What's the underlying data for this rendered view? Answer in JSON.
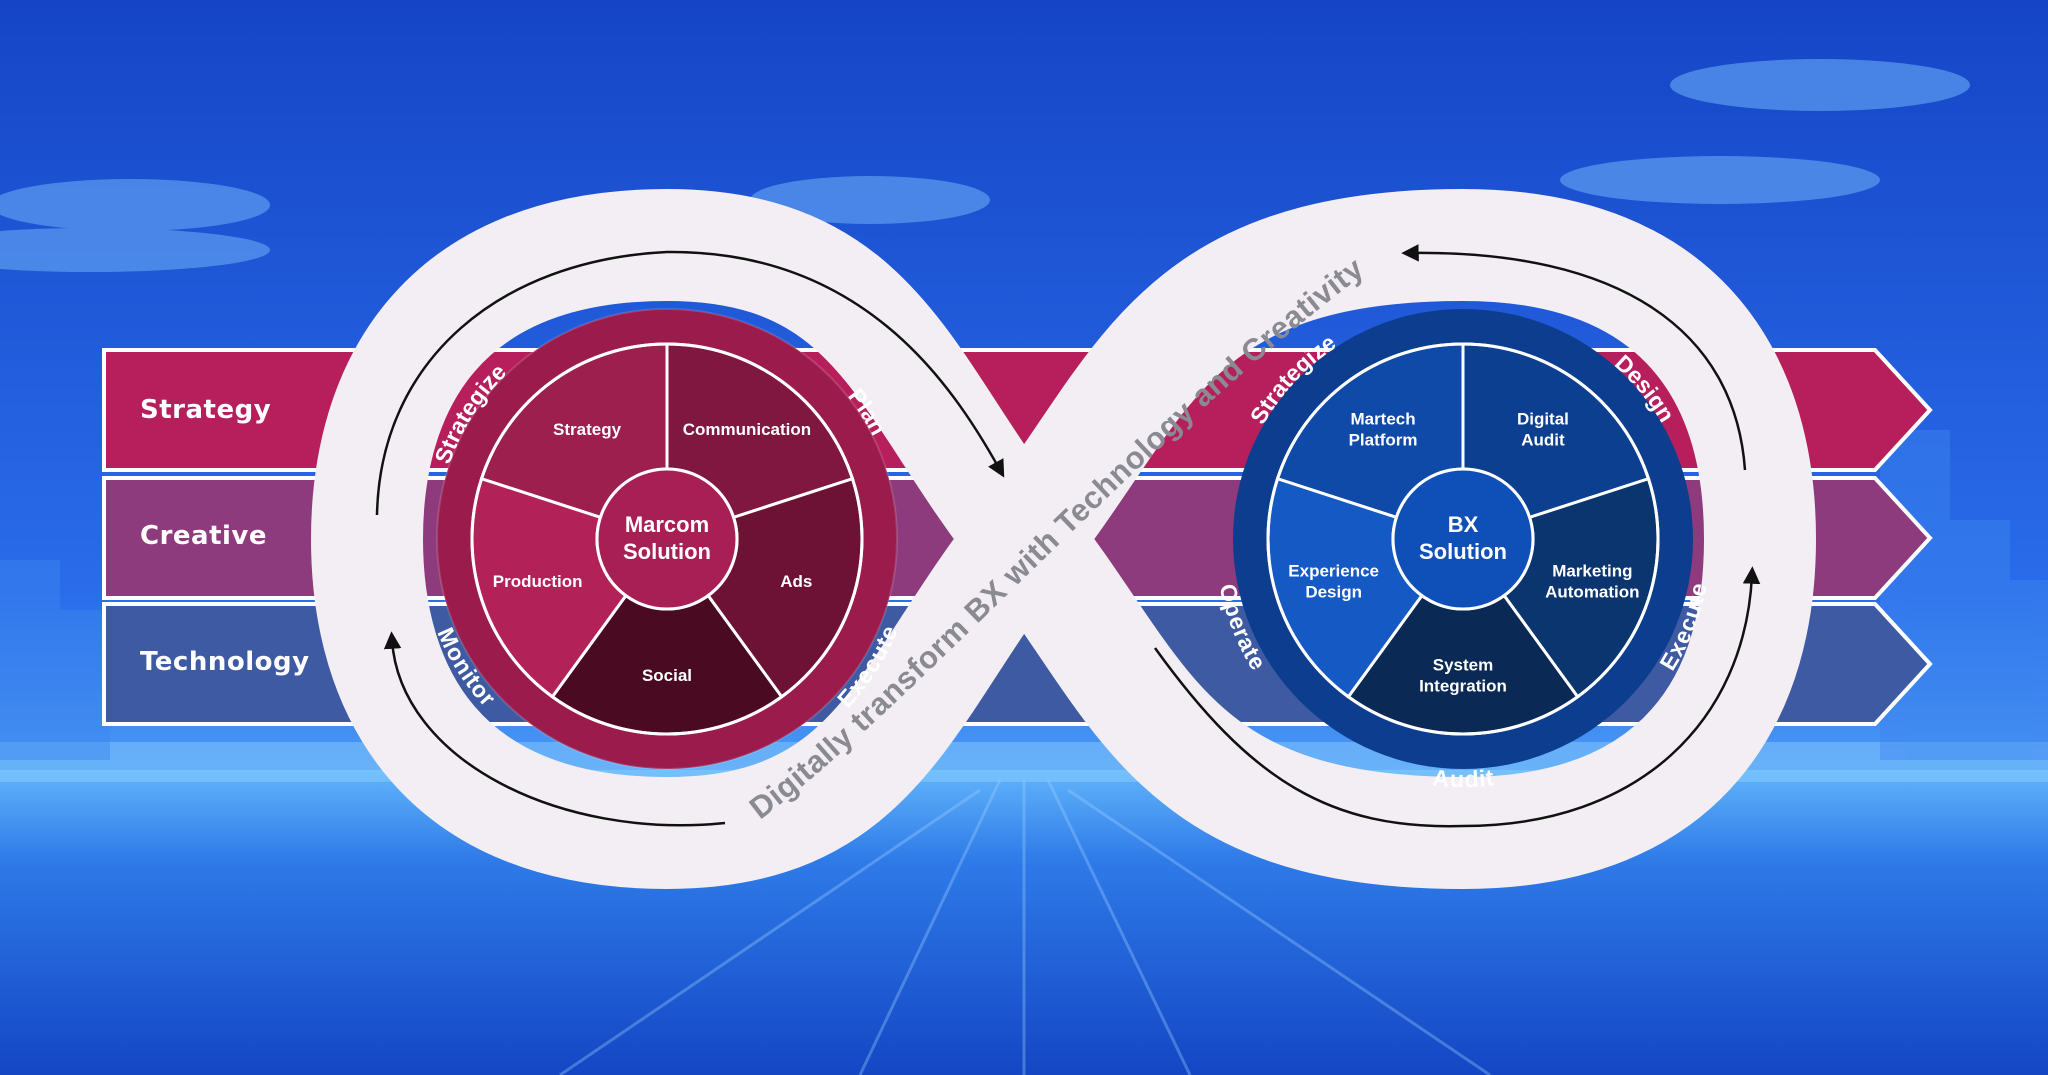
{
  "bands": [
    {
      "label": "Strategy",
      "color": "#b8205a"
    },
    {
      "label": "Creative",
      "color": "#9a2f6e"
    },
    {
      "label": "Technology",
      "color": "#3f4f9c"
    }
  ],
  "tagline": "Digitally transform BX with Technology and Creativity",
  "marcom": {
    "center": [
      "Marcom",
      "Solution"
    ],
    "segments": [
      {
        "lines": [
          "Strategy"
        ]
      },
      {
        "lines": [
          "Communication"
        ]
      },
      {
        "lines": [
          "Ads"
        ]
      },
      {
        "lines": [
          "Social"
        ]
      },
      {
        "lines": [
          "Production"
        ]
      }
    ],
    "ring_labels": [
      "Strategize",
      "Plan",
      "Execute",
      "Monitor"
    ]
  },
  "bx": {
    "center": [
      "BX",
      "Solution"
    ],
    "segments": [
      {
        "lines": [
          "Martech",
          "Platform"
        ]
      },
      {
        "lines": [
          "Digital",
          "Audit"
        ]
      },
      {
        "lines": [
          "Marketing",
          "Automation"
        ]
      },
      {
        "lines": [
          "System",
          "Integration"
        ]
      },
      {
        "lines": [
          "Experience",
          "Design"
        ]
      }
    ],
    "ring_labels": [
      "Strategize",
      "Design",
      "Execute",
      "Audit",
      "Operate"
    ]
  },
  "colors": {
    "sky_top": "#1547c9",
    "sky_bottom": "#2f78f0",
    "marcom_outer": "#9b1c4c",
    "marcom_segments": [
      "#9c1f4e",
      "#7f1740",
      "#6d1235",
      "#4a0b22",
      "#b32159"
    ],
    "bx_outer": "#0d3d8f",
    "bx_segments": [
      "#0f4aa8",
      "#0d3f90",
      "#0b356f",
      "#0a2a55",
      "#1559c4"
    ],
    "infinity_band": "#f4f0f4"
  }
}
